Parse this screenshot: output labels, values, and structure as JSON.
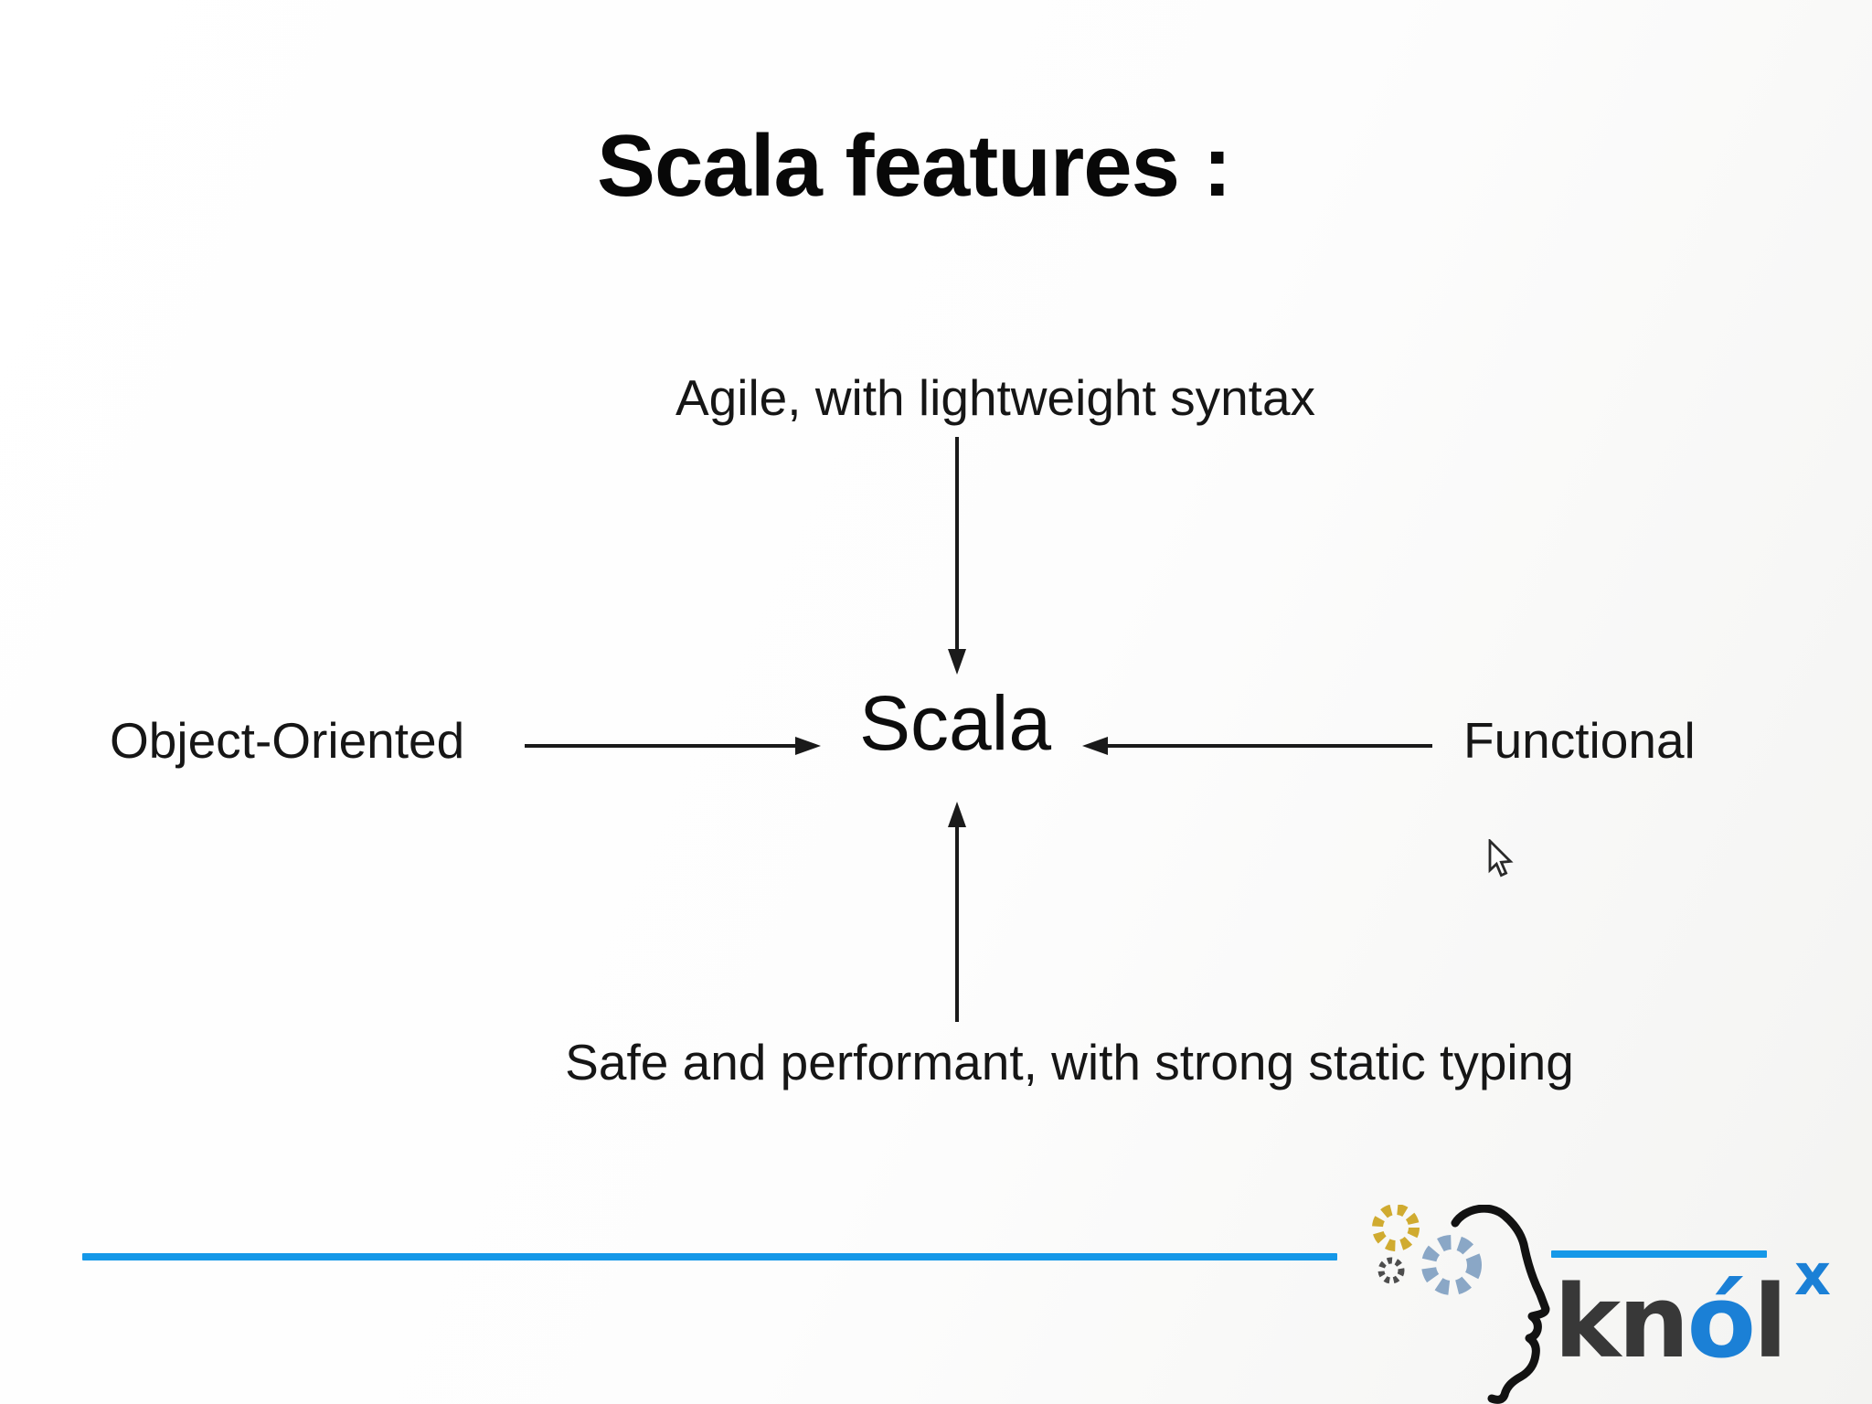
{
  "slide": {
    "title": "Scala features :"
  },
  "diagram": {
    "center": {
      "label": "Scala"
    },
    "top": {
      "label": "Agile, with lightweight syntax"
    },
    "left": {
      "label": "Object-Oriented"
    },
    "right": {
      "label": "Functional"
    },
    "bottom": {
      "label": "Safe and performant, with strong static typing"
    },
    "arrow_color": "#1a1a1a",
    "arrows": [
      "top-label to center",
      "left-label to center",
      "right-label to center",
      "bottom-label to center"
    ]
  },
  "footer": {
    "logo": {
      "text_kn": "kn",
      "text_o": "ó",
      "text_l": "l",
      "superscript": "x",
      "colors": {
        "accent_blue": "#1598e8",
        "logo_dark": "#383838",
        "logo_blue": "#1b80d6",
        "gear_yellow": "#d0ab30",
        "gear_steel_blue": "#8aa7c6",
        "gear_dark": "#4d4d4d",
        "head_outline": "#121212"
      }
    }
  }
}
